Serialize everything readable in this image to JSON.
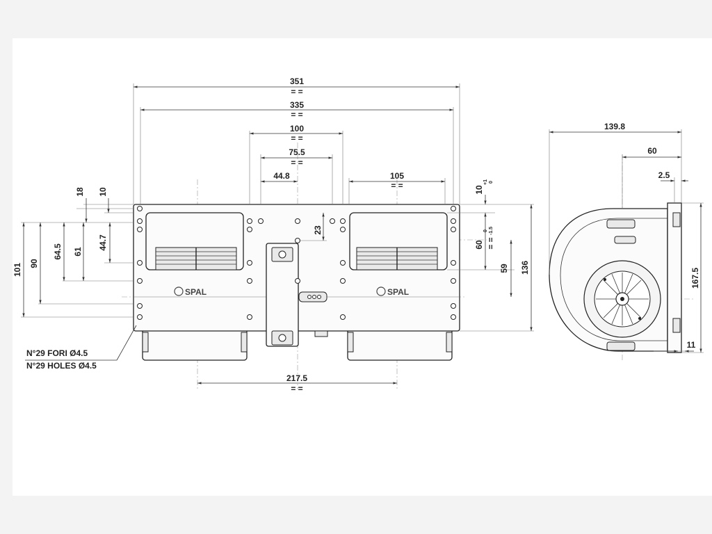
{
  "front_view": {
    "dims_top": [
      "351",
      "335",
      "100",
      "75.5",
      "44.8",
      "105"
    ],
    "dims_left": [
      "18",
      "10",
      "44.7",
      "61",
      "64.5",
      "90",
      "101"
    ],
    "dims_right": [
      "10",
      "23",
      "60",
      "59",
      "136"
    ],
    "dim_bottom": "217.5",
    "tol_10": "+1\n0",
    "tol_60": "0\n-1.5",
    "brand": "SPAL",
    "holes_note_it": "N°29 FORI Ø4.5",
    "holes_note_en": "N°29 HOLES Ø4.5",
    "symmetry_mark": "= ="
  },
  "side_view": {
    "dims": [
      "139.8",
      "60",
      "2.5",
      "167.5",
      "11"
    ]
  }
}
